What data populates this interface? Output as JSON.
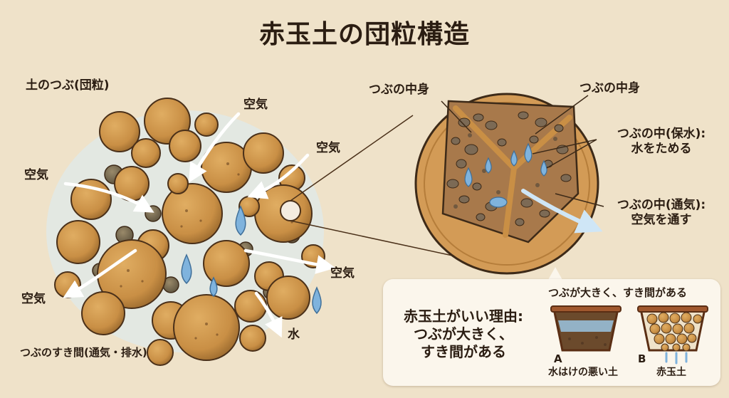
{
  "title": "赤玉土の団粒構造",
  "labels": {
    "granule": "土のつぶ(団粒)",
    "air_top": "空気",
    "air_right_top": "空気",
    "air_left": "空気",
    "air_right": "空気",
    "air_bottom_left": "空気",
    "water": "水",
    "gap": "つぶのすき間(通気・排水)",
    "inside_left": "つぶの中身",
    "inside_right": "つぶの中身",
    "retain_line1": "つぶの中(保水):",
    "retain_line2": "水をためる",
    "vent_line1": "つぶの中(通気):",
    "vent_line2": "空気を通す"
  },
  "panel": {
    "reason_line1": "赤玉土がいい理由:",
    "reason_line2": "つぶが大きく、",
    "reason_line3": "すき間がある",
    "header": "つぶが大きく、すき間がある",
    "pot_a_letter": "A",
    "pot_a_caption": "水はけの悪い土",
    "pot_b_letter": "B",
    "pot_b_caption": "赤玉土"
  },
  "colors": {
    "background": "#efe2c9",
    "granule": "#c98f45",
    "granule_dark": "#7a4f22",
    "water": "#7fb3dd",
    "air_arrow": "#ffffff",
    "pot": "#a0582e"
  }
}
